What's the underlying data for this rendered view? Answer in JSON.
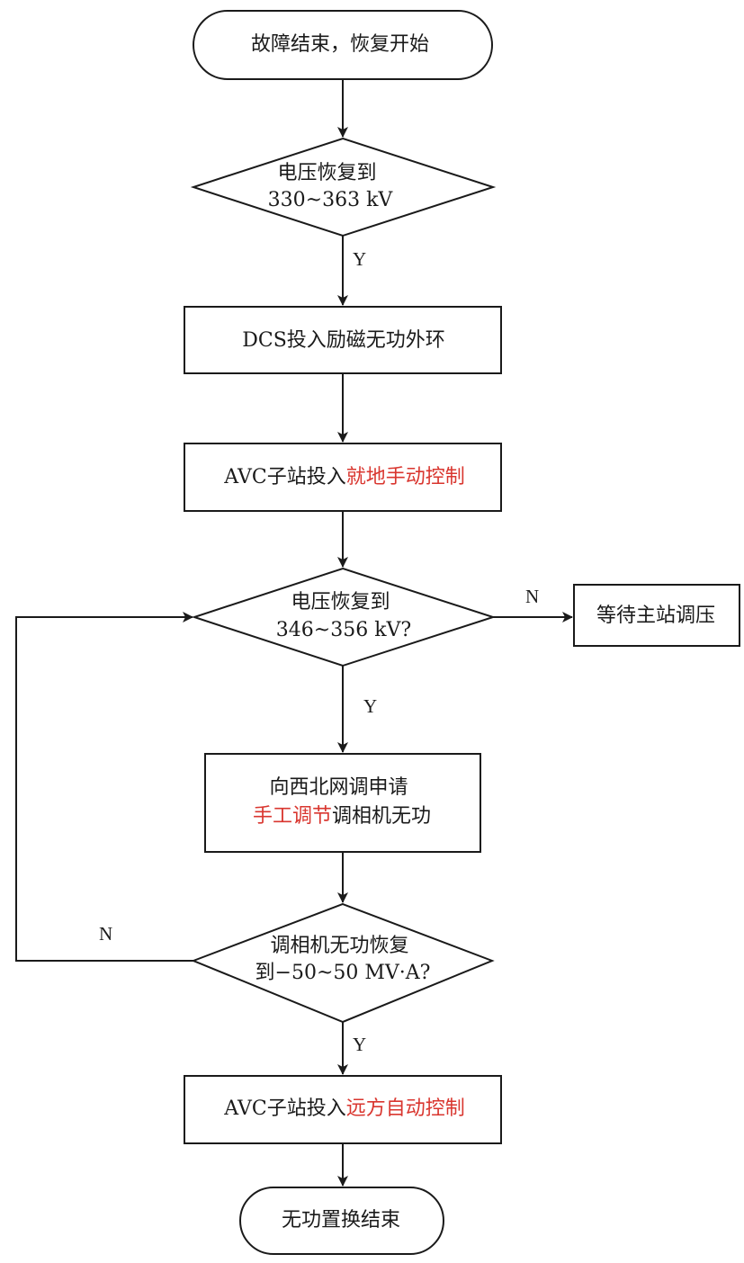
{
  "colors": {
    "line": "#1a1a1a",
    "text": "#1a1a1a",
    "highlight": "#d9362f"
  },
  "nodes": {
    "start": {
      "lines": [
        [
          {
            "text": "故障结束，恢复开始"
          }
        ]
      ]
    },
    "decision_voltage_1": {
      "lines": [
        [
          {
            "text": "电压恢复到"
          }
        ],
        [
          {
            "text": "330~363 kV"
          }
        ]
      ]
    },
    "dcs_step": {
      "lines": [
        [
          {
            "text": "DCS投入励磁无功外环"
          }
        ]
      ]
    },
    "avc_local": {
      "lines": [
        [
          {
            "text": "AVC子站投入"
          },
          {
            "text": "就地手动控制",
            "highlight": true
          }
        ]
      ]
    },
    "decision_voltage_2": {
      "lines": [
        [
          {
            "text": "电压恢复到"
          }
        ],
        [
          {
            "text": "346~356 kV?"
          }
        ]
      ]
    },
    "wait_master": {
      "lines": [
        [
          {
            "text": "等待主站调压"
          }
        ]
      ]
    },
    "apply_northwest": {
      "lines": [
        [
          {
            "text": "向西北网调申请"
          }
        ],
        [
          {
            "text": "手工调节",
            "highlight": true
          },
          {
            "text": "调相机无功"
          }
        ]
      ]
    },
    "decision_reactive": {
      "lines": [
        [
          {
            "text": "调相机无功恢复"
          }
        ],
        [
          {
            "text": "到−50~50 MV·A?"
          }
        ]
      ]
    },
    "avc_remote": {
      "lines": [
        [
          {
            "text": "AVC子站投入"
          },
          {
            "text": "远方自动控制",
            "highlight": true
          }
        ]
      ]
    },
    "end": {
      "lines": [
        [
          {
            "text": "无功置换结束"
          }
        ]
      ]
    }
  },
  "edge_labels": {
    "y1": "Y",
    "n_wait": "N",
    "y2": "Y",
    "n_loop": "N",
    "y3": "Y"
  }
}
